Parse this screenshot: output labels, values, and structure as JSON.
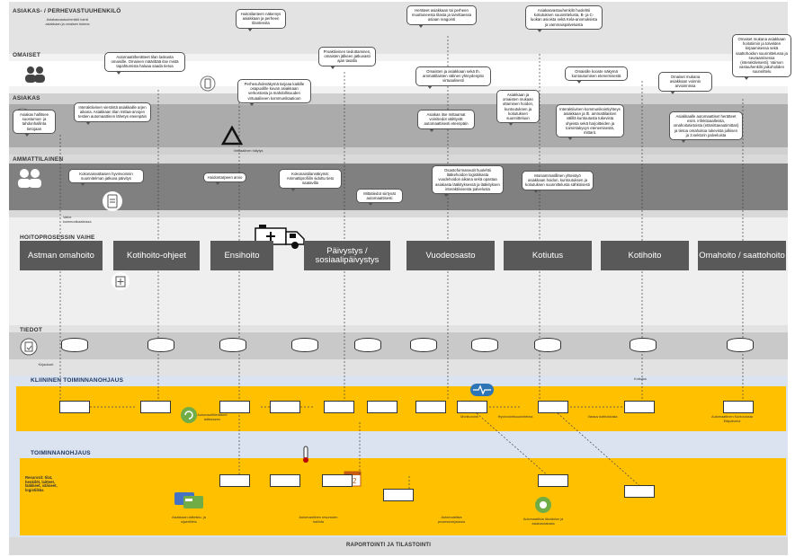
{
  "lanes": {
    "families_title": "ASIAKAS- / PERHEVASTUUHENKILÖ",
    "families_sub": "Asiakasvastuuhenkilö toimii asiakkaan ja omaisen tukena",
    "relatives_title": "OMAISET",
    "client_title": "ASIAKAS",
    "professionals_title": "AMMATTILAINEN",
    "phase_title": "HOITOPROSESSIN VAIHE",
    "data_title": "TIEDOT",
    "clinical_title": "KLIININEN TOIMINNANOHJAUS",
    "ops_title": "TOIMINNANOHJAUS",
    "footer": "RAPORTOINTI JA TILASTOINTI",
    "resources": "Resurssit: tilat, henkilöt, laitteet, lääkkeet, välineet, logistiikka"
  },
  "bubbles": {
    "b1": "Hoitotilanteen näkemys asiakkaan ja perheen tilanteesta",
    "b2": "Heräteet asiakkaan tai perheen muuttuneesta tilasta ja tarvittaessa asiaan reagointi",
    "b3": "Asiakasvastuuhenkilö huolehtii kotiutuksen suunnittelusta, B- ja C-luokan asioista sekä Kela-anomuksista ja vammaispalveluista",
    "b4": "Omaiset mukana asiakkaan hoitotiimin ja tolvelden kirjaamisessa sekä saattohoidon suunnittelussa ja seuraamisessa (interaktiivisesti). Vaimon vastuuhenkilö jaikoholiden suunnittelu",
    "b5": "Automaattiherätteet tilan laskusta omaisille. Omainen määrittää itse mistä tapahtumista haluaa saada tietoa",
    "b6": "Proaktiivinen tiedottaminen, omaisten jälkeen jatkuvasti ajan tasalla",
    "b7": "Omaisten ja asiakkaan sekä th. ammattilaisten välinen yhteydenpito virtuaalisesti",
    "b8": "Omaisille kooste näkymä kuntoutumisen etenemisestä",
    "b9": "Omaiset mukana asiakkaan voinnin arvioinnissa",
    "b10": "Asiakas hallitsee suostumus- ja tahdonhallinta tietojaan",
    "b11": "Interaktiivinen viestintä asiakkaille arjen aikana. Asiakkaan tilan mittaa-arvojen testien automaattinen lähetys eteenpäin",
    "b12": "Perhesuhdenäkymä tarjoaa kaikille osapuolille kuvan asiakkaan verkostosta ja mahdollisuuden virtuaaliseen kommunikaatioon",
    "b13": "Asiakas itse mittaamat voinitiedot välittyvät automaattisesti eteenpäin",
    "b14": "Asiakkaan ja omaisten mukaan ottaminen hoidon, kuntoutuksen ja kotiutuksen suunnitteluun",
    "b15": "Interaktiivinen kommunikointiyhteys asiakkaan ja th. ammattilaisten välillä kuntoutusta tukevista ohjeista sekä harjoitteiden ja toimintakyvyn etenemisestä, mittarit.",
    "b16": "Asiakkaalle automaattiset herätteet esim. infektioaalleista, omahoitotietoista (etämittaeautimittari) ja tietoa omahoitoa tukevista julkisen ja 3.sektorin palveluista",
    "b17": "Kokonaisvaltaisen hyvinvoinnin suunnitelman jatkuva päivitys",
    "b18": "Hoidontarpeen arvio",
    "b19": "Kokonaistilannäkymä: Ammattiprofiilin sidottu tieto saatavilla",
    "b20": "Mittatiedot siirtyvät automaattisesti",
    "b21": "Osastoformaseutit huolehtii lääkehoidon logistiikasta vuodehoidon aikana sekä opastaa asiakasta lääkityksessä ja lääkityksen interaktiivisesta palvelusta",
    "b22": "Moniammatillinen yhteistyö asiakkaan hoidon, kuntoutuksen ja kotiutuksen suunnittelusta sähköisesti"
  },
  "phases": [
    "Astman omahoito",
    "Kotihoito-ohjeet",
    "Ensihoito",
    "Päivystys / sosiaalipäivystys",
    "Vuodeosasto",
    "Kotiutus",
    "Kotihoito",
    "Omahoito / saattohoito"
  ],
  "notes": {
    "n1": "Virtuaalinen hälytys",
    "n2": "Vaihe kommunikaatiossa",
    "n3": "Automaattiherätteet laitteeseen",
    "n4": "Asiakkaan laitteisto- ja sijaintitieto",
    "n5": "Automaattinen resurssien hallinta",
    "n6": "Automaattisia prosessiohjauksia",
    "n7": "Automaattisia läsnäolon ja asiakasdatasta",
    "n8": "Kotiutus",
    "n9": "Monitorointi",
    "n10": "Kirjaukset",
    "n11": "Hyvinvointisuunnitelma",
    "n12": "Varaus kotihoidosta",
    "n13": "Automaattinen Kuntoutusta Etäpalvelut"
  },
  "colors": {
    "lane_light": "#d9d9d9",
    "lane_mid": "#bfbfbf",
    "lane_dark": "#7f7f7f",
    "phase_box": "#595959",
    "clinical": "#ffc000",
    "data_lane": "#d9d9d9",
    "light_blue": "#dae3ef"
  }
}
